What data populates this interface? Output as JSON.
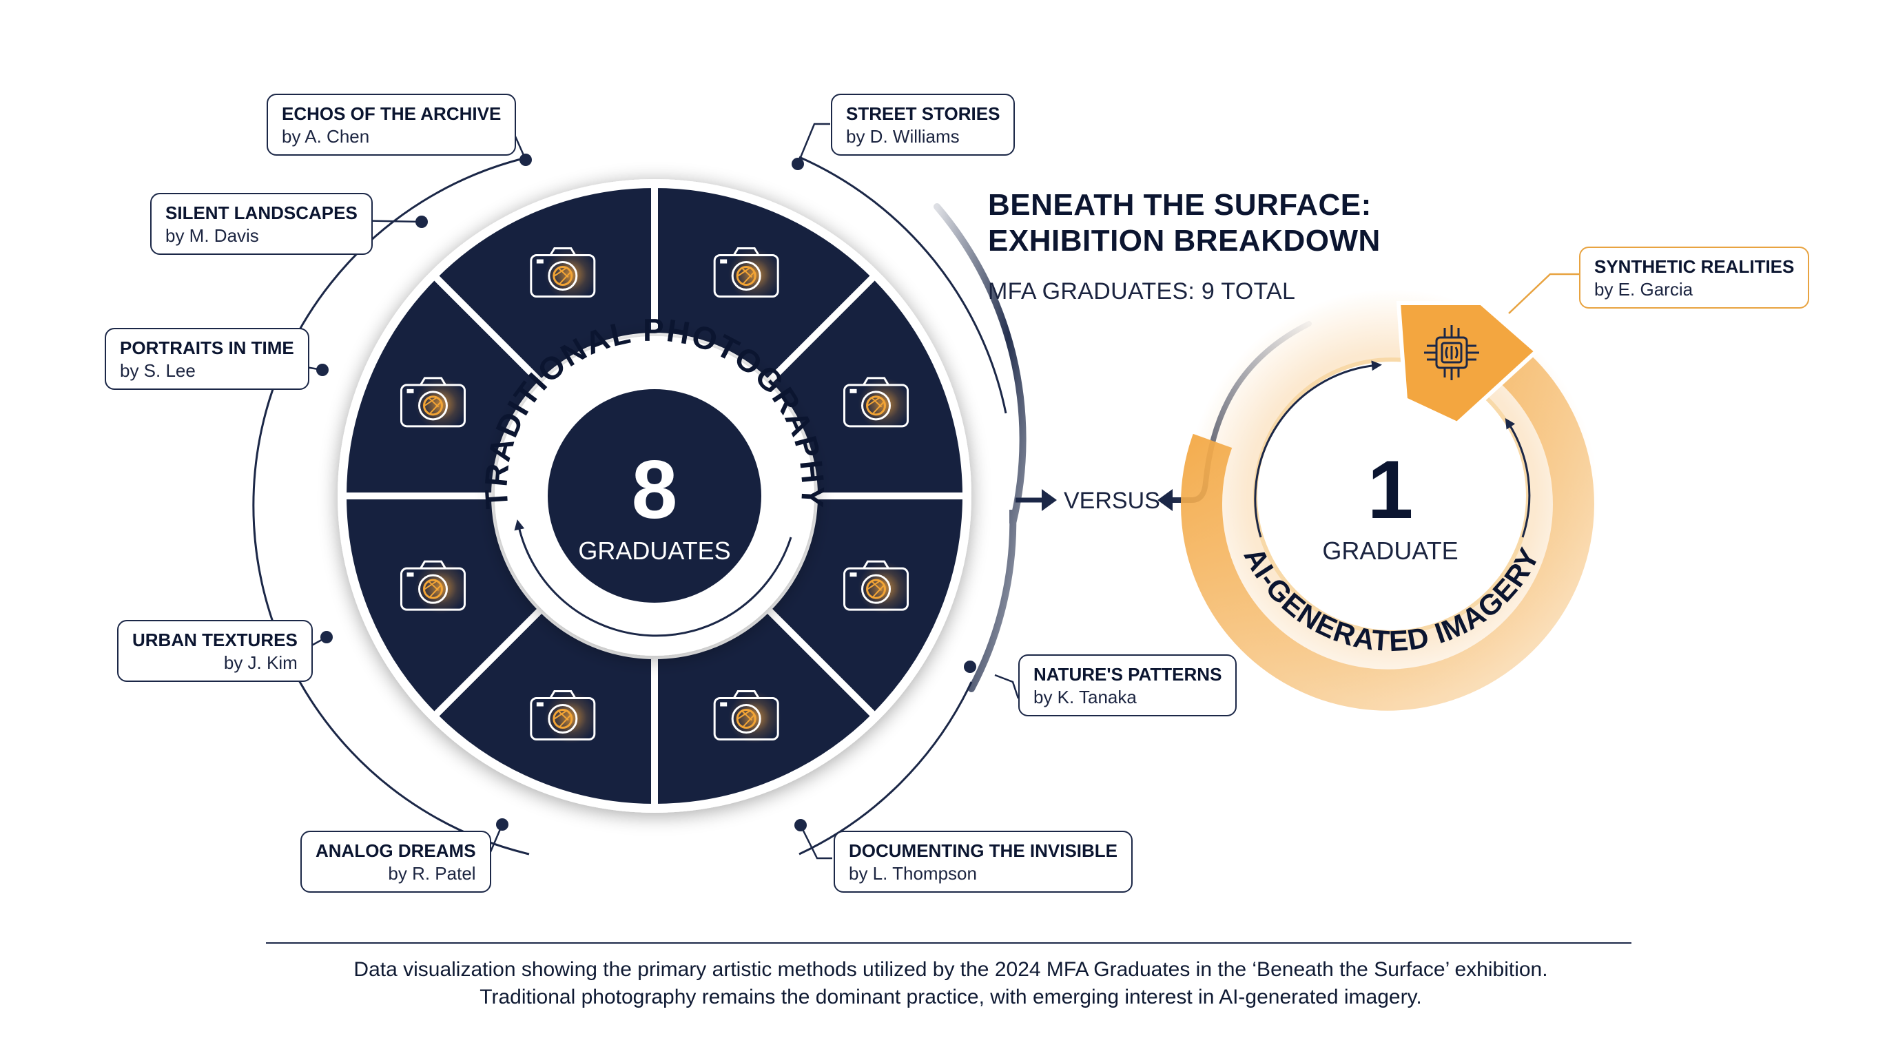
{
  "header": {
    "title_line1": "BENEATH THE SURFACE:",
    "title_line2": "EXHIBITION BREAKDOWN",
    "subtitle": "MFA GRADUATES: 9 TOTAL"
  },
  "traditional": {
    "arc_label": "TRADITIONAL PHOTOGRAPHY",
    "count": "8",
    "unit": "GRADUATES",
    "icon": "camera-icon",
    "colors": {
      "segment": "#16213f",
      "icon": "#f3a536",
      "ring": "#1b2747"
    },
    "works": [
      {
        "title": "ECHOS OF THE ARCHIVE",
        "artist": "by A. Chen"
      },
      {
        "title": "STREET STORIES",
        "artist": "by D. Williams"
      },
      {
        "title": "SILENT LANDSCAPES",
        "artist": "by M. Davis"
      },
      {
        "title": "PORTRAITS IN TIME",
        "artist": "by S. Lee"
      },
      {
        "title": "URBAN TEXTURES",
        "artist": "by J. Kim"
      },
      {
        "title": "NATURE'S PATTERNS",
        "artist": "by K. Tanaka"
      },
      {
        "title": "ANALOG DREAMS",
        "artist": "by R. Patel"
      },
      {
        "title": "DOCUMENTING THE INVISIBLE",
        "artist": "by L. Thompson"
      }
    ]
  },
  "versus": "VERSUS",
  "ai": {
    "arc_label": "AI-GENERATED IMAGERY",
    "count": "1",
    "unit": "GRADUATE",
    "icon": "ai-brain-chip-icon",
    "colors": {
      "ring": "#f2ae4b",
      "ring_light": "#f8cf8f"
    },
    "works": [
      {
        "title": "SYNTHETIC REALITIES",
        "artist": "by E. Garcia"
      }
    ]
  },
  "caption": {
    "line1": "Data visualization showing the primary artistic methods utilized by the 2024 MFA Graduates in the ‘Beneath the Surface’ exhibition.",
    "line2": "Traditional photography remains the dominant practice, with emerging interest in AI-generated imagery."
  }
}
